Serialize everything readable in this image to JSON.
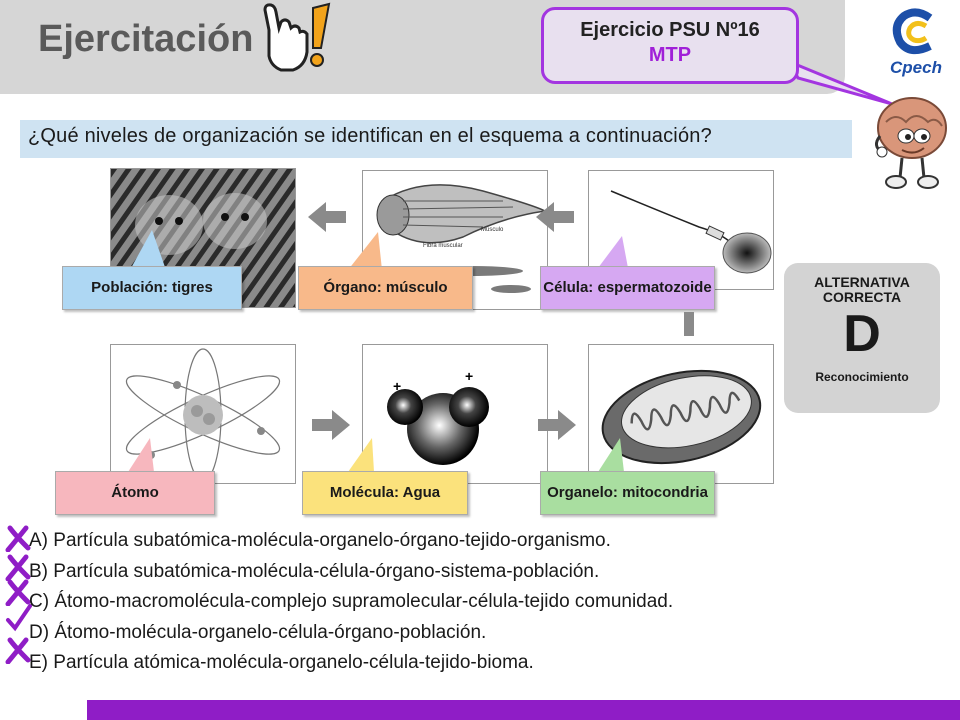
{
  "header": {
    "title": "Ejercitación",
    "hand_icon": "pointing-hand-exclamation-icon"
  },
  "exercise": {
    "line1": "Ejercicio PSU Nº16",
    "line2": "MTP"
  },
  "logo": {
    "text": "Cpech"
  },
  "question": {
    "text": "¿Qué niveles de organización se identifican en el esquema a continuación?"
  },
  "scheme": {
    "top_row": [
      {
        "label": "Población: tigres",
        "image": "tigers-photo"
      },
      {
        "label": "Órgano: músculo",
        "image": "muscle-illustration"
      },
      {
        "label": "Célula: espermatozoide",
        "image": "sperm-cell-illustration"
      }
    ],
    "bottom_row": [
      {
        "label": "Átomo",
        "image": "atom-illustration"
      },
      {
        "label": "Molécula: Agua",
        "image": "water-molecule-illustration"
      },
      {
        "label": "Organelo: mitocondria",
        "image": "mitochondria-illustration"
      }
    ],
    "muscle_tag1": "Músculo",
    "muscle_tag2": "Fibra muscular"
  },
  "answer": {
    "heading": "ALTERNATIVA CORRECTA",
    "letter": "D",
    "skill": "Reconocimiento"
  },
  "options": [
    {
      "text": "A) Partícula subatómica-molécula-organelo-órgano-tejido-organismo.",
      "mark": "wrong"
    },
    {
      "text": "B) Partícula subatómica-molécula-célula-órgano-sistema-población.",
      "mark": "wrong"
    },
    {
      "text": "C) Átomo-macromolécula-complejo  supramolecular-célula-tejido  comunidad.",
      "mark": "wrong"
    },
    {
      "text": "D) Átomo-molécula-organelo-célula-órgano-población.",
      "mark": "correct"
    },
    {
      "text": "E) Partícula atómica-molécula-organelo-célula-tejido-bioma.",
      "mark": "wrong"
    }
  ],
  "colors": {
    "accent_purple": "#8f1dc6",
    "wrong_mark": "#8f1dc6",
    "correct_mark": "#8f1dc6"
  }
}
